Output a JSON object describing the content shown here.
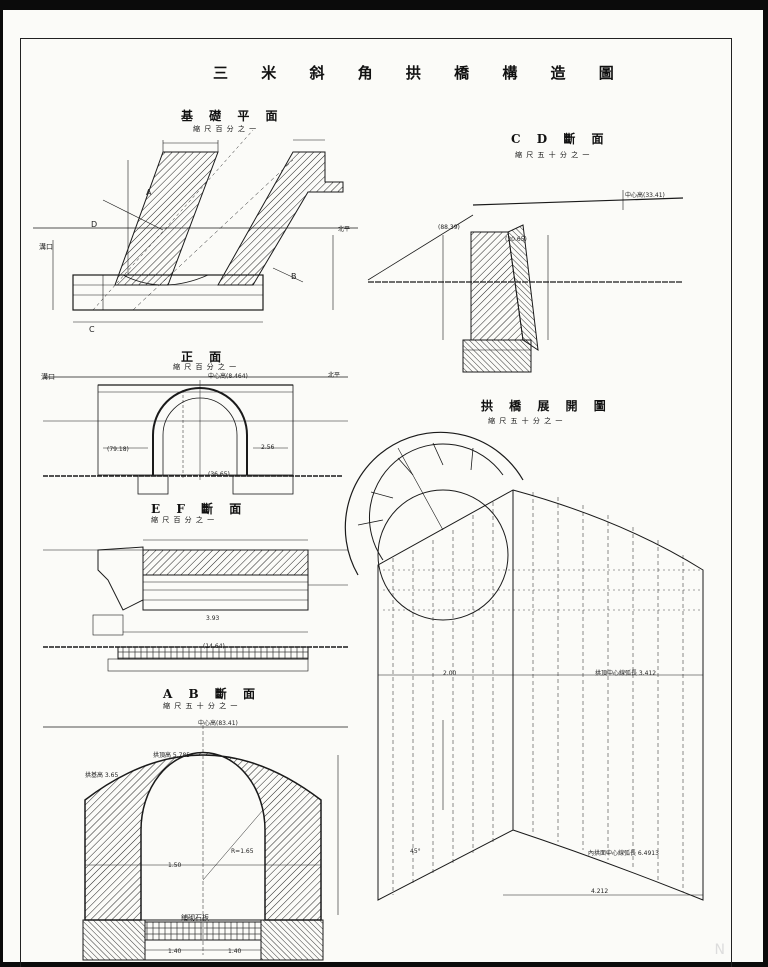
{
  "title": "三 米 斜 角 拱 橋 構 造 圖",
  "sections": {
    "foundation_plan": {
      "heading": "基 礎 平 面",
      "scale": "縮 尺 百 分 之 一"
    },
    "cd_section": {
      "heading": "C D 斷 面",
      "scale": "縮 尺 五 十 分 之 一"
    },
    "front_view": {
      "heading": "正 面",
      "scale": "縮 尺 百 分 之 一",
      "note": "中心高(8.464)"
    },
    "ef_section": {
      "heading": "E F 斷 面",
      "scale": "縮 尺 百 分 之 一"
    },
    "arch_development": {
      "heading": "拱 橋 展 開 圖",
      "scale": "縮 尺 五 十 分 之 一"
    },
    "ab_section": {
      "heading": "A B 斷 面",
      "scale": "縮 尺 五 十 分 之 一"
    }
  },
  "labels": {
    "upstream": "溝口",
    "downstream": "北平",
    "ground_level": "中心高(33.41)",
    "top_level": "中心高(83.41)",
    "level_a": "(88.39)",
    "level_b": "(20.65)",
    "level_c": "(79.18)",
    "level_d": "(36.65)",
    "level_e": "(14.64)",
    "crown": "拱頂高 5.785",
    "springing": "拱基高 3.65",
    "r_label": "R=1.65",
    "dev_note": "拱頂中心線弧長 3.412",
    "dev_note2": "內拱面中心線弧長 6.4913",
    "dim_2412": "4.212",
    "dim_2_00": "2.00",
    "dim_1_40": "1.40",
    "dim_1_50": "1.50",
    "dim_2_56": "2.56",
    "dim_3_93": "3.93",
    "angle": "45°",
    "foundation_note": "鋪砌石板",
    "mark_a": "A",
    "mark_b": "B",
    "mark_c": "C",
    "mark_d": "D",
    "corner": "N"
  },
  "colors": {
    "paper": "#fbfbf8",
    "ink": "#1a1a1a",
    "border": "#0b0b0b"
  }
}
